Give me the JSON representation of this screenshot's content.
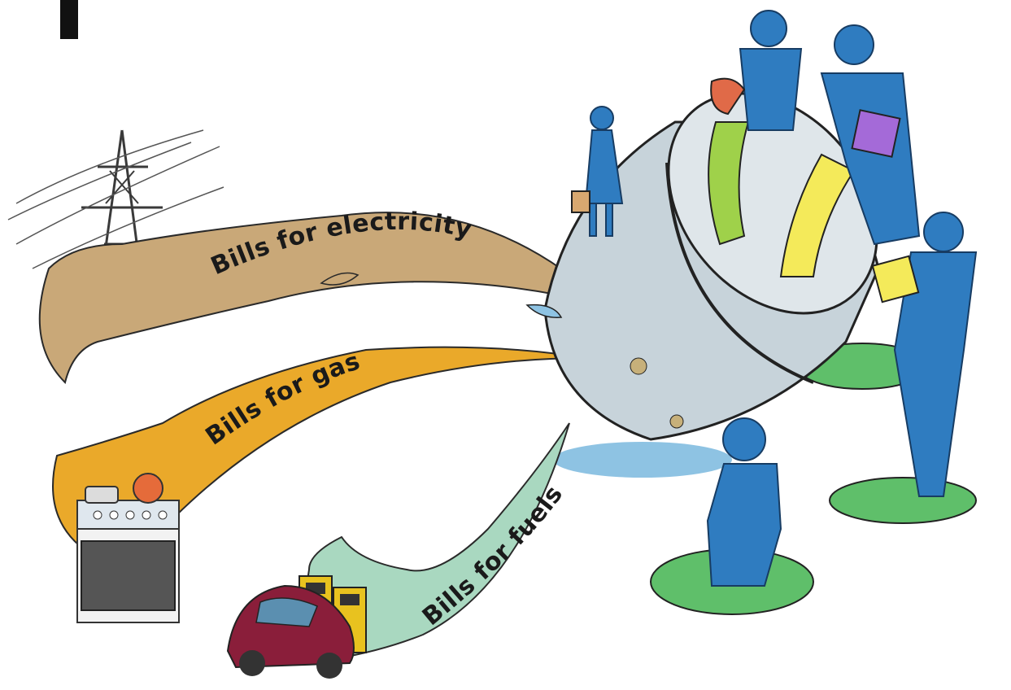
{
  "streams": {
    "electricity": {
      "label": "Bills for electricity",
      "color": "#c9a878"
    },
    "gas": {
      "label": "Bills for gas",
      "color": "#eaa92a"
    },
    "fuels": {
      "label": "Bills for fuels",
      "color": "#a9d8c0"
    }
  },
  "colors": {
    "people": "#2f7cc0",
    "bucket": "#c7d3da",
    "water": "#8ec3e3",
    "ground": "#5fbf6a"
  },
  "icons": {
    "tower": "power-tower-icon",
    "stove": "gas-stove-icon",
    "car": "car-icon",
    "pumps": "fuel-pump-icon",
    "bucket": "leaking-bucket-icon"
  }
}
